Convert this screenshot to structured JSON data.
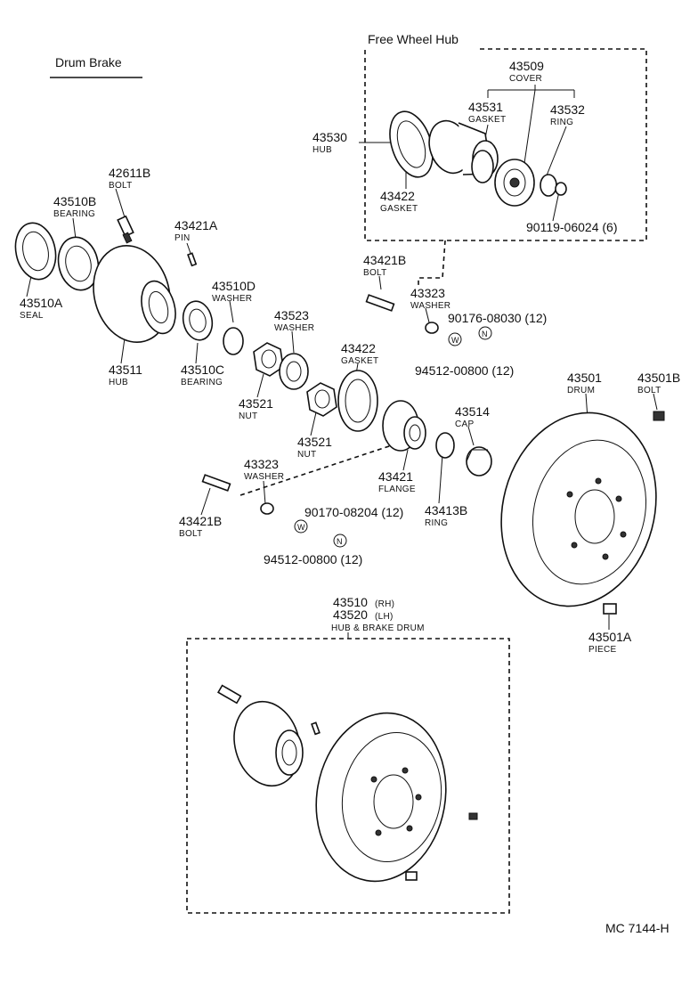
{
  "section_titles": {
    "drum_brake": "Drum Brake",
    "free_wheel_hub": "Free Wheel Hub"
  },
  "parts": [
    {
      "id": "p43510A",
      "number": "43510A",
      "name": "SEAL"
    },
    {
      "id": "p43510B",
      "number": "43510B",
      "name": "BEARING"
    },
    {
      "id": "p42611B",
      "number": "42611B",
      "name": "BOLT"
    },
    {
      "id": "p43421A",
      "number": "43421A",
      "name": "PIN"
    },
    {
      "id": "p43511",
      "number": "43511",
      "name": "HUB"
    },
    {
      "id": "p43510D",
      "number": "43510D",
      "name": "WASHER"
    },
    {
      "id": "p43510C",
      "number": "43510C",
      "name": "BEARING"
    },
    {
      "id": "p43523",
      "number": "43523",
      "name": "WASHER"
    },
    {
      "id": "p43521a",
      "number": "43521",
      "name": "NUT"
    },
    {
      "id": "p43521b",
      "number": "43521",
      "name": "NUT"
    },
    {
      "id": "p43422b",
      "number": "43422",
      "name": "GASKET"
    },
    {
      "id": "p43323b",
      "number": "43323",
      "name": "WASHER"
    },
    {
      "id": "p43421Bb",
      "number": "43421B",
      "name": "BOLT"
    },
    {
      "id": "p43421",
      "number": "43421",
      "name": "FLANGE"
    },
    {
      "id": "p43514",
      "number": "43514",
      "name": "CAP"
    },
    {
      "id": "p43413B",
      "number": "43413B",
      "name": "RING"
    },
    {
      "id": "p43530",
      "number": "43530",
      "name": "HUB"
    },
    {
      "id": "p43509",
      "number": "43509",
      "name": "COVER"
    },
    {
      "id": "p43531",
      "number": "43531",
      "name": "GASKET"
    },
    {
      "id": "p43532",
      "number": "43532",
      "name": "RING"
    },
    {
      "id": "p43422a",
      "number": "43422",
      "name": "GASKET"
    },
    {
      "id": "p43421Ba",
      "number": "43421B",
      "name": "BOLT"
    },
    {
      "id": "p43323a",
      "number": "43323",
      "name": "WASHER"
    },
    {
      "id": "p43501",
      "number": "43501",
      "name": "DRUM"
    },
    {
      "id": "p43501B",
      "number": "43501B",
      "name": "BOLT"
    },
    {
      "id": "p43501A",
      "number": "43501A",
      "name": "PIECE"
    }
  ],
  "part_codes": {
    "c90119": "90119-06024 (6)",
    "c90176": "90176-08030 (12)",
    "c94512a": "94512-00800 (12)",
    "c90170": "90170-08204 (12)",
    "c94512b": "94512-00800 (12)"
  },
  "symbols": {
    "washer": "W",
    "nut": "N"
  },
  "assembly": {
    "rh_number": "43510",
    "rh_suffix": "(RH)",
    "lh_number": "43520",
    "lh_suffix": "(LH)",
    "name": "HUB & BRAKE DRUM"
  },
  "diagram_code": "MC  7144-H"
}
